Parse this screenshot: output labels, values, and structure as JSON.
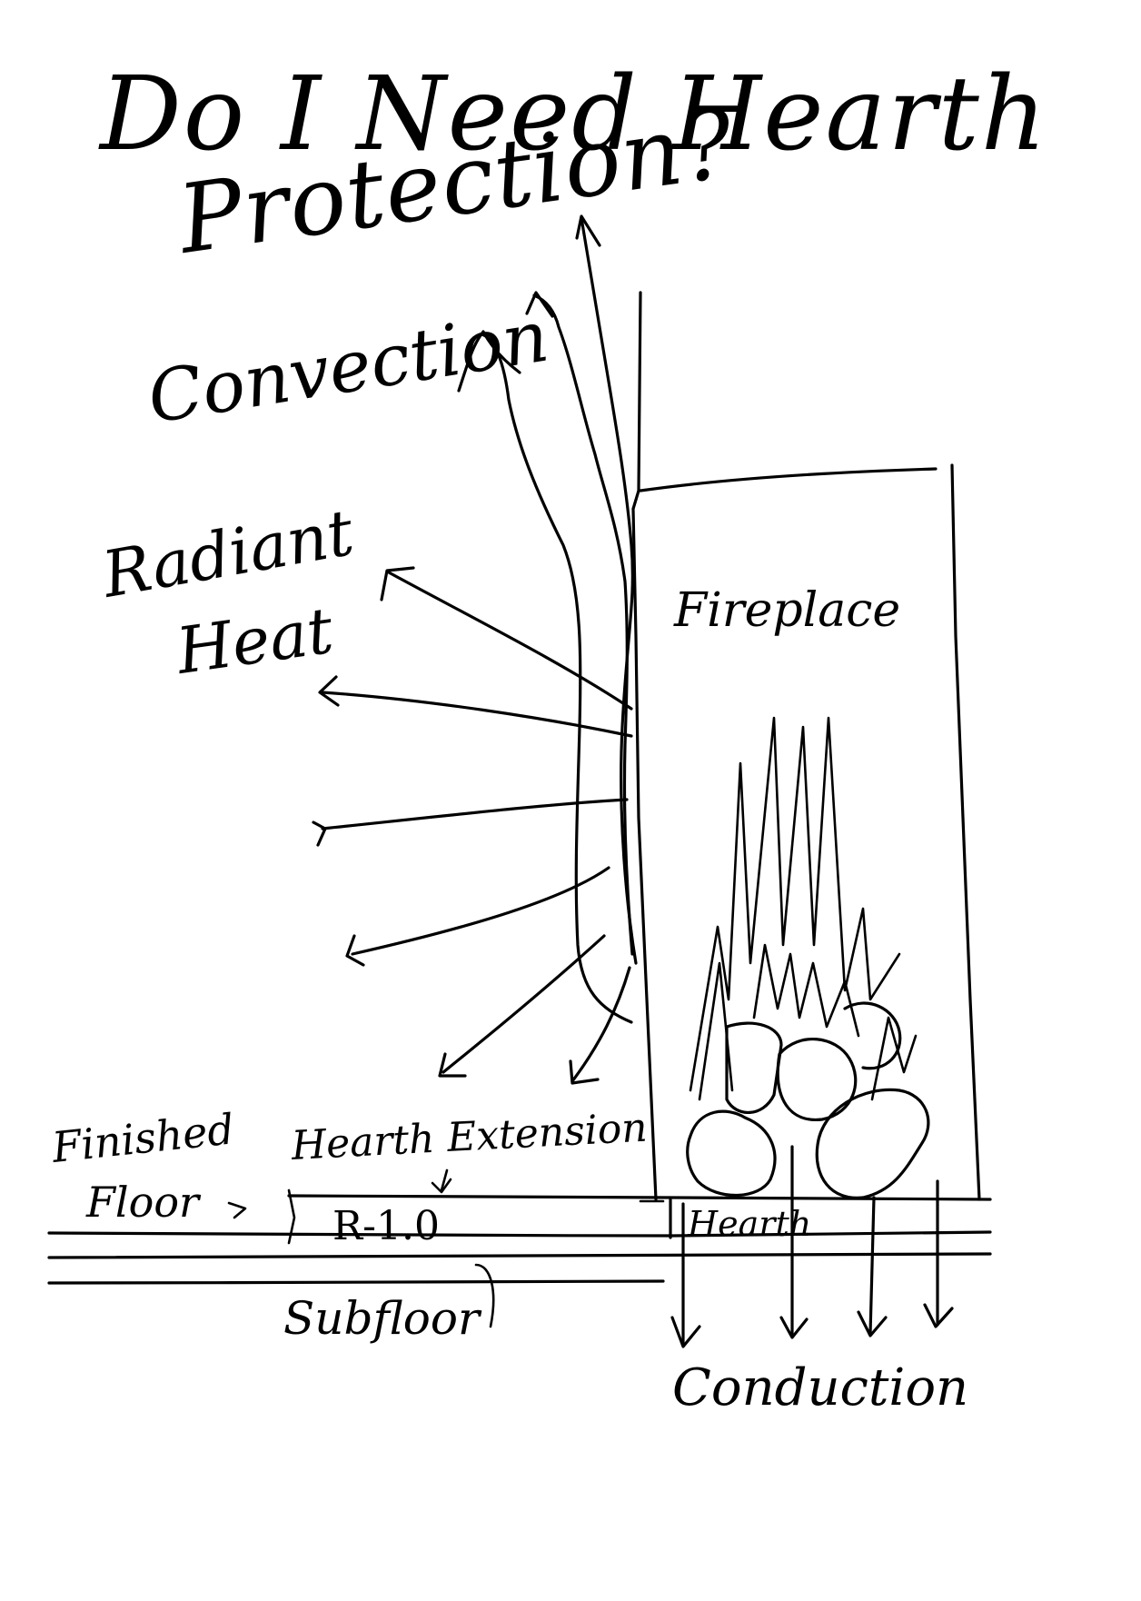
{
  "title": {
    "line1": "Do I Need Hearth",
    "line2": "Protection?"
  },
  "labels": {
    "convection": "Convection",
    "radiant_heat_line1": "Radiant",
    "radiant_heat_line2": "Heat",
    "fireplace": "Fireplace",
    "finished_floor_line1": "Finished",
    "finished_floor_line2": "Floor",
    "hearth_extension": "Hearth Extension",
    "r_value": "R-1.0",
    "hearth": "Hearth",
    "subfloor": "Subfloor",
    "conduction": "Conduction"
  }
}
